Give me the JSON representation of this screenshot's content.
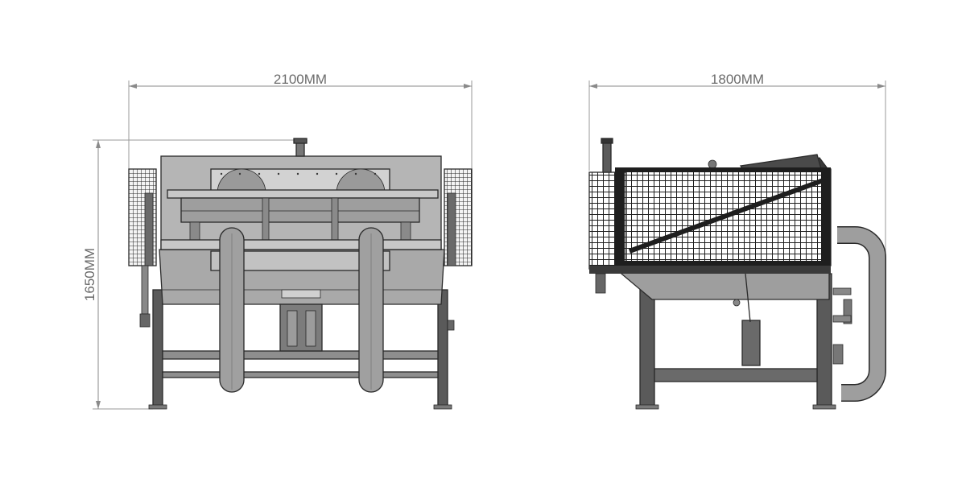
{
  "dimensions": {
    "front_width": "2100MM",
    "side_width": "1800MM",
    "height": "1650MM"
  },
  "colors": {
    "dimension_line": "#8a8a8a",
    "dimension_text": "#6b6b6b",
    "outline": "#2a2a2a",
    "body_light": "#b5b5b5",
    "body_mid": "#8e8e8e",
    "frame_dark": "#5a5a5a",
    "mesh_dark": "#2c2c2c"
  }
}
